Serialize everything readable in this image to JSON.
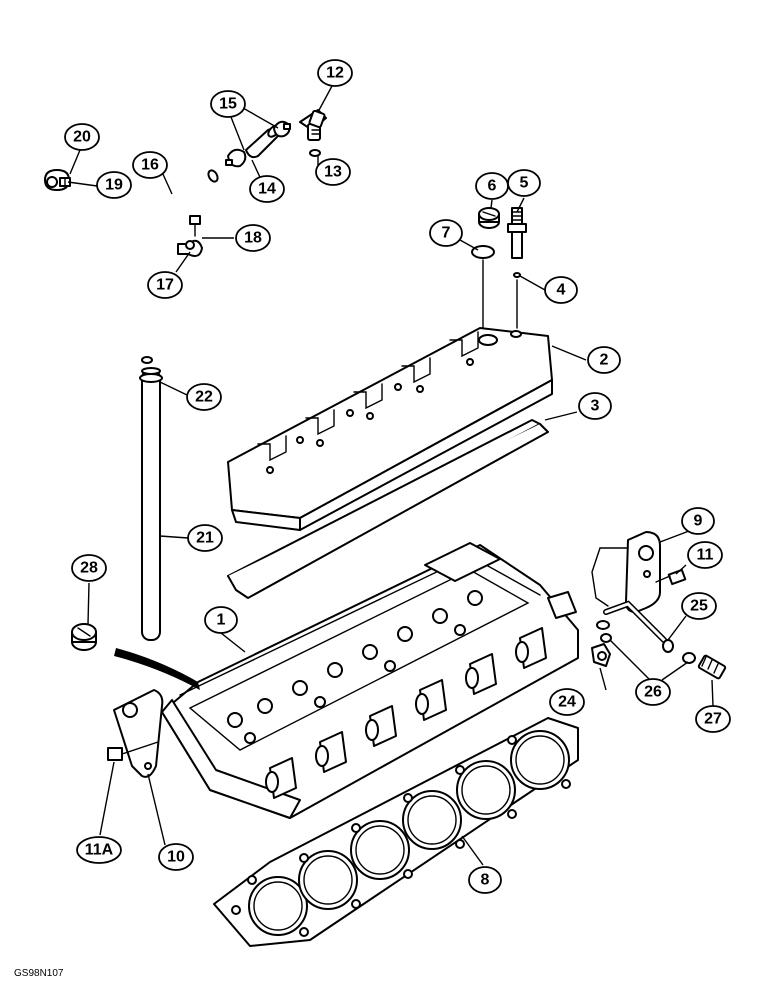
{
  "figure_id": "GS98N107",
  "colors": {
    "line": "#000000",
    "paper": "#ffffff"
  },
  "callouts": [
    {
      "id": "c1",
      "label": "1"
    },
    {
      "id": "c2",
      "label": "2"
    },
    {
      "id": "c3",
      "label": "3"
    },
    {
      "id": "c4",
      "label": "4"
    },
    {
      "id": "c5",
      "label": "5"
    },
    {
      "id": "c6",
      "label": "6"
    },
    {
      "id": "c7",
      "label": "7"
    },
    {
      "id": "c8",
      "label": "8"
    },
    {
      "id": "c9",
      "label": "9"
    },
    {
      "id": "c10",
      "label": "10"
    },
    {
      "id": "c11",
      "label": "11"
    },
    {
      "id": "c11a",
      "label": "11A"
    },
    {
      "id": "c12",
      "label": "12"
    },
    {
      "id": "c13",
      "label": "13"
    },
    {
      "id": "c14",
      "label": "14"
    },
    {
      "id": "c15",
      "label": "15"
    },
    {
      "id": "c16",
      "label": "16"
    },
    {
      "id": "c17",
      "label": "17"
    },
    {
      "id": "c18",
      "label": "18"
    },
    {
      "id": "c19",
      "label": "19"
    },
    {
      "id": "c20",
      "label": "20"
    },
    {
      "id": "c21",
      "label": "21"
    },
    {
      "id": "c22",
      "label": "22"
    },
    {
      "id": "c24",
      "label": "24"
    },
    {
      "id": "c25",
      "label": "25"
    },
    {
      "id": "c26",
      "label": "26"
    },
    {
      "id": "c27",
      "label": "27"
    },
    {
      "id": "c28",
      "label": "28"
    }
  ]
}
